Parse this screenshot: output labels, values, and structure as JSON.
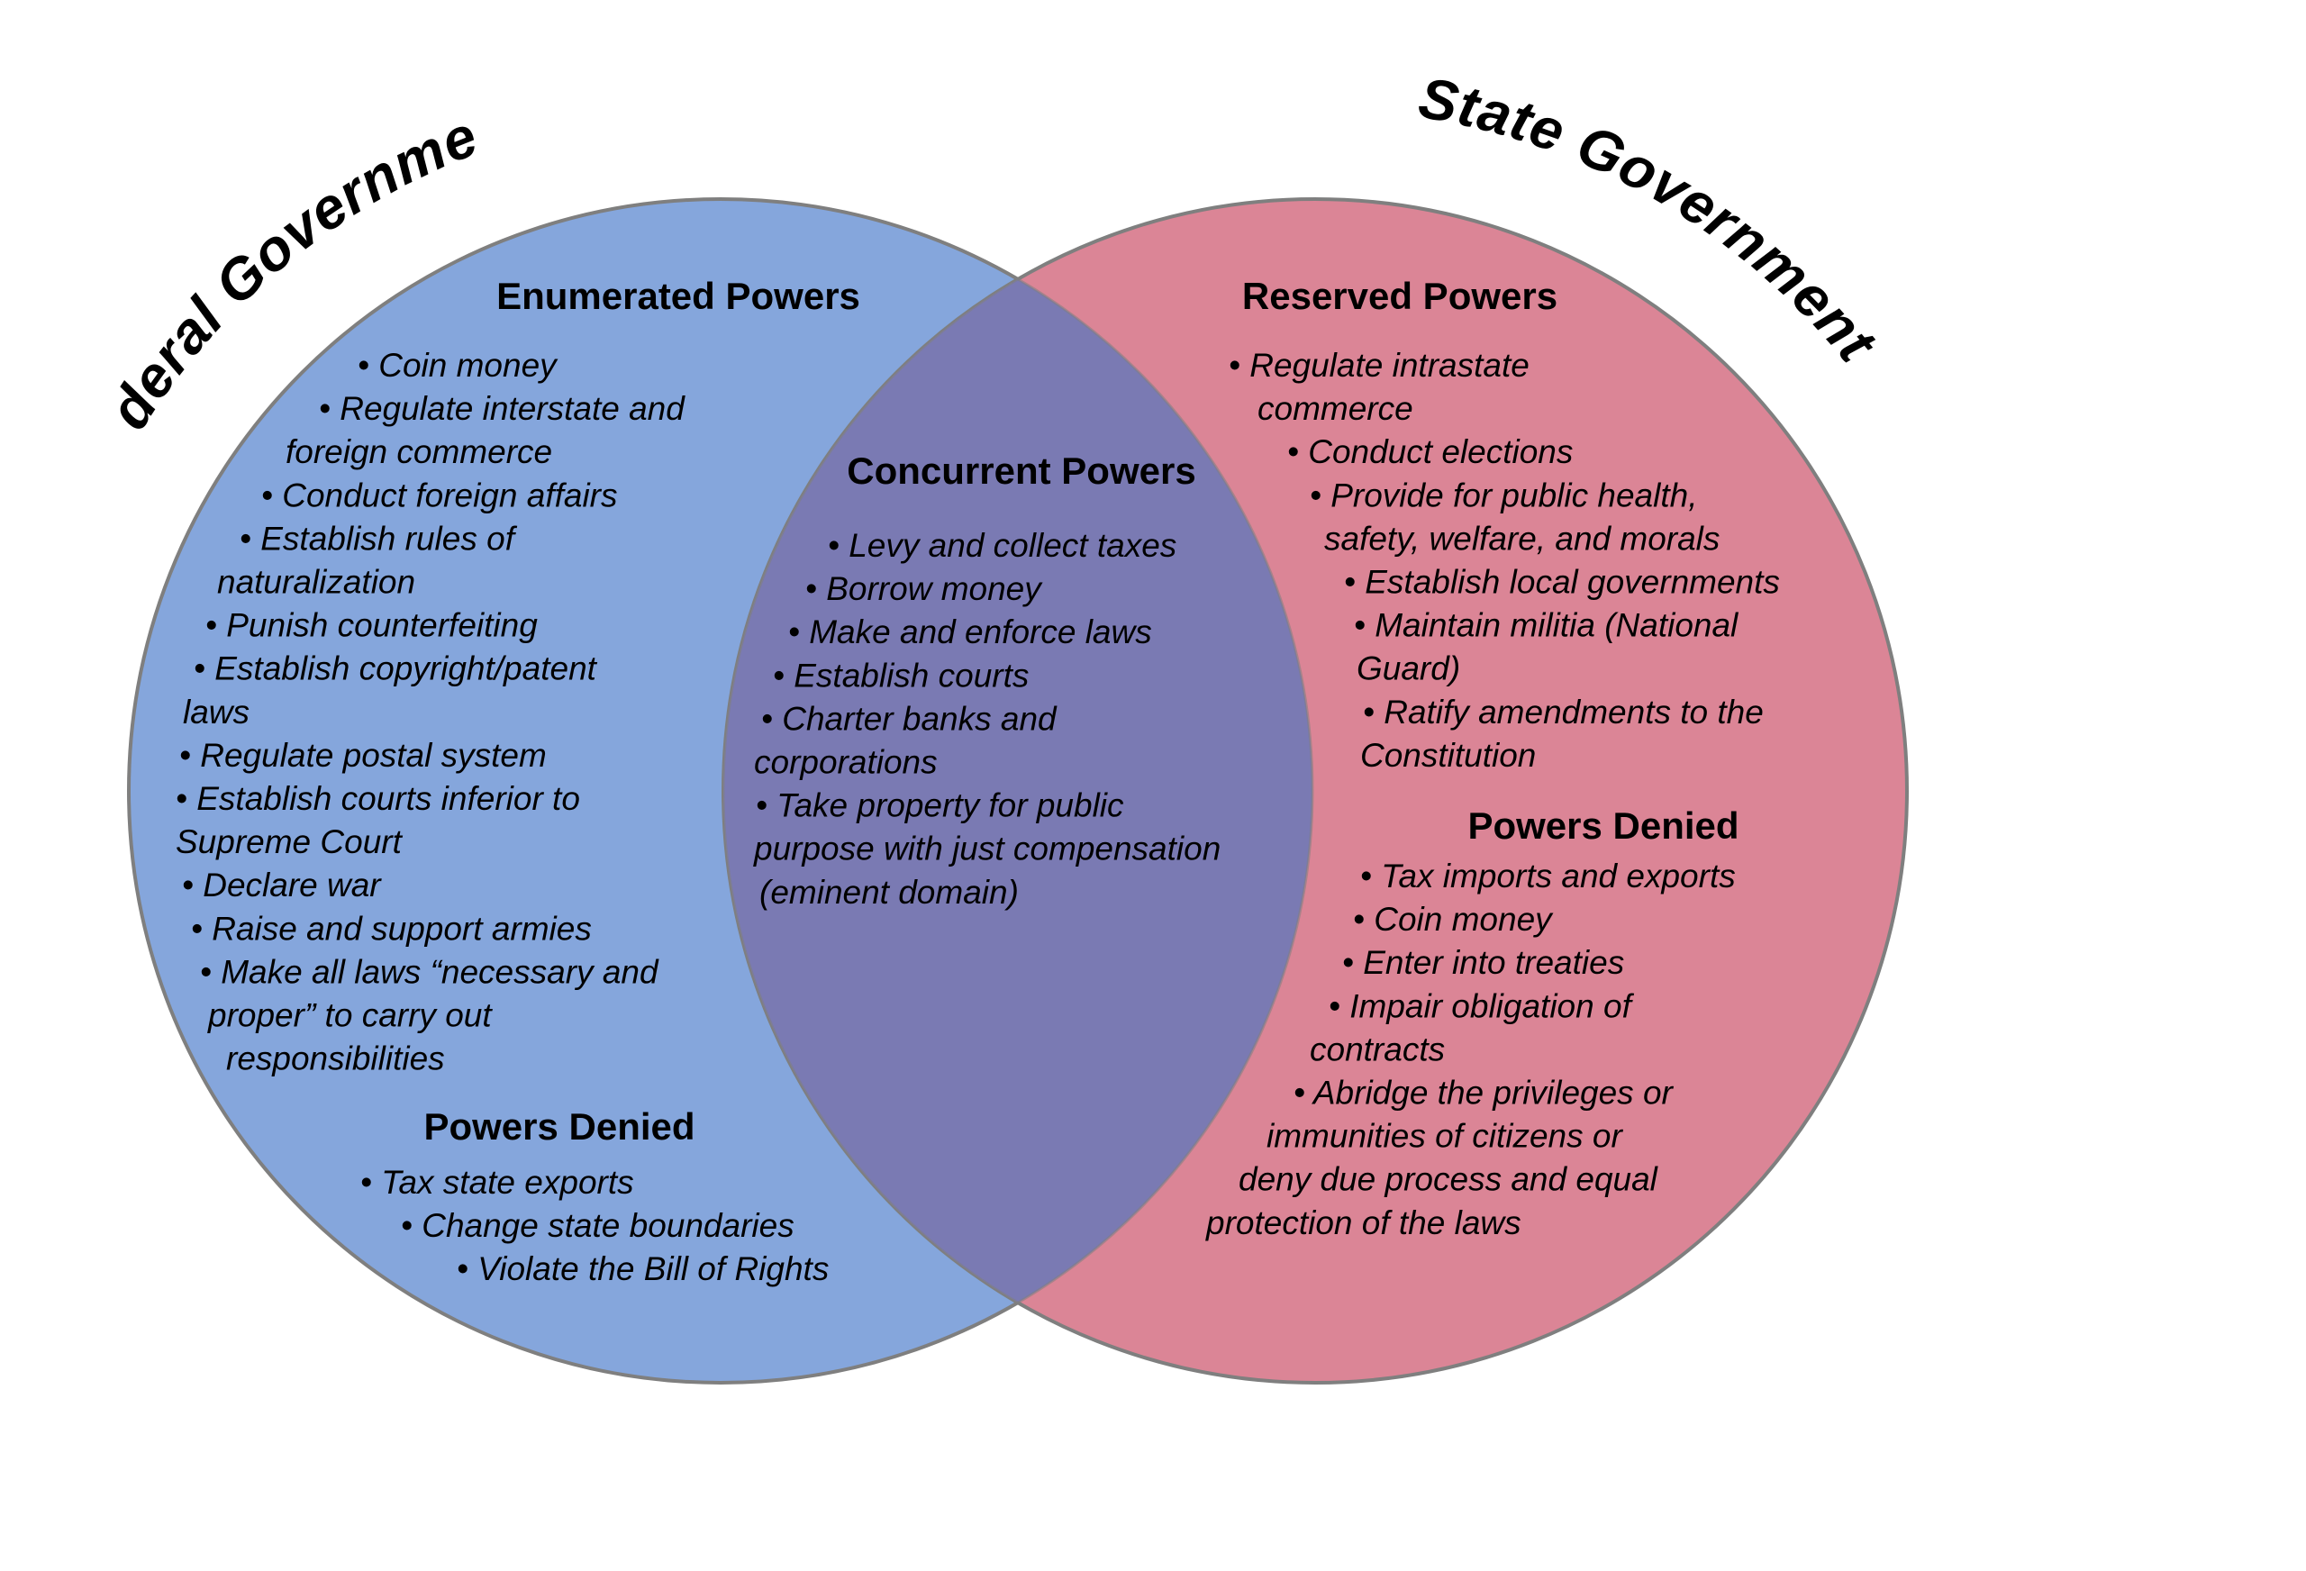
{
  "diagram": {
    "type": "venn",
    "colors": {
      "federal_fill": "#85a6dc",
      "state_fill": "#db8596",
      "overlap_fill": "#7a7ab3",
      "outline": "#7f7f7f",
      "text": "#000000"
    },
    "federal": {
      "title": "Federal Government",
      "enumerated": {
        "header": "Enumerated Powers",
        "lines": [
          "• Coin money",
          "• Regulate interstate and",
          "foreign commerce",
          "• Conduct foreign affairs",
          "• Establish rules of",
          "naturalization",
          "• Punish counterfeiting",
          "• Establish copyright/patent",
          "laws",
          "• Regulate postal system",
          "• Establish courts inferior to",
          "Supreme Court",
          "• Declare war",
          "• Raise and support armies",
          "• Make all laws “necessary and",
          "proper” to carry out",
          "responsibilities"
        ]
      },
      "denied": {
        "header": "Powers Denied",
        "lines": [
          "• Tax state exports",
          "• Change state boundaries",
          "• Violate the Bill of Rights"
        ]
      }
    },
    "concurrent": {
      "header": "Concurrent Powers",
      "lines": [
        "• Levy and collect taxes",
        "• Borrow money",
        "• Make and enforce laws",
        "• Establish courts",
        "• Charter banks and",
        "corporations",
        "• Take property for public",
        "purpose with just compensation",
        "(eminent domain)"
      ]
    },
    "state": {
      "title": "State Government",
      "reserved": {
        "header": "Reserved Powers",
        "lines": [
          "• Regulate intrastate",
          "commerce",
          "• Conduct elections",
          "• Provide for public health,",
          "safety, welfare, and morals",
          "• Establish local governments",
          "• Maintain militia (National",
          "Guard)",
          "• Ratify amendments to the",
          "Constitution"
        ]
      },
      "denied": {
        "header": "Powers Denied",
        "lines": [
          "• Tax imports and exports",
          "• Coin money",
          "• Enter into treaties",
          "• Impair obligation of",
          "contracts",
          "• Abridge the privileges or",
          "immunities of citizens or",
          "deny due process and equal",
          "protection of the laws"
        ]
      }
    }
  }
}
